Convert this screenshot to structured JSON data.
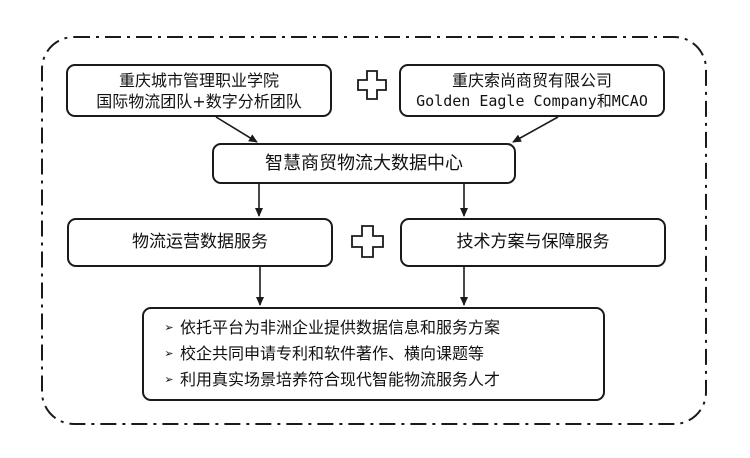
{
  "box_top_left": {
    "line1": "重庆城市管理职业学院",
    "line2": "国际物流团队+数字分析团队"
  },
  "box_top_right": {
    "line1": "重庆索尚商贸有限公司",
    "line2": "Golden Eagle Company和MCAO"
  },
  "box_center": {
    "label": "智慧商贸物流大数据中心"
  },
  "box_mid_left": {
    "label": "物流运营数据服务"
  },
  "box_mid_right": {
    "label": "技术方案与保障服务"
  },
  "box_bottom": {
    "bullet_symbol": "➢",
    "items": [
      "依托平台为非洲企业提供数据信息和服务方案",
      "校企共同申请专利和软件著作、横向课题等",
      "利用真实场景培养符合现代智能物流服务人才"
    ]
  },
  "icons": {
    "plus": "plus-outline-icon",
    "arrow": "arrow-down-icon"
  },
  "colors": {
    "stroke": "#1a1a1a",
    "background": "#ffffff"
  }
}
